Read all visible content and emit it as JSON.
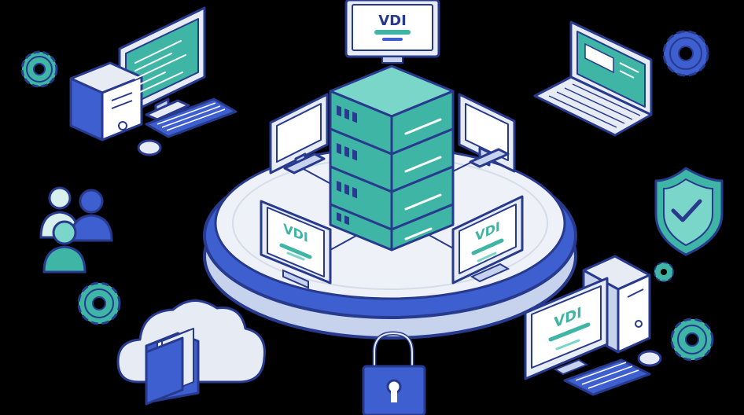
{
  "labels": {
    "top_monitor": "VDI",
    "left_platform_monitor": "VDI",
    "right_platform_monitor": "VDI",
    "bottom_right_monitor": "VDI"
  },
  "colors": {
    "background": "#000000",
    "navy": "#283a8e",
    "royal_blue": "#3e5fcf",
    "teal": "#3fb5a5",
    "teal_light": "#7ad6c8",
    "mint": "#d8f1ec",
    "light_gray": "#e7ecf4",
    "white": "#ffffff"
  },
  "icons": [
    "desktop-computer-icon",
    "keyboard-icon",
    "mouse-icon",
    "laptop-icon",
    "gear-icon",
    "users-icon",
    "cloud-folder-icon",
    "padlock-icon",
    "shield-check-icon",
    "server-rack-icon",
    "thin-client-monitor-icon"
  ]
}
